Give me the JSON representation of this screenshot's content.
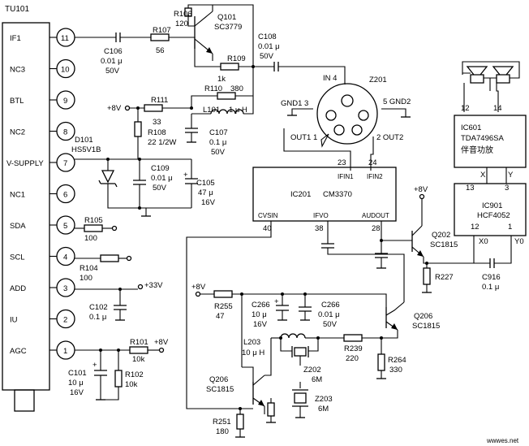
{
  "tuner": {
    "ref": "TU101",
    "pins": [
      {
        "num": "11",
        "name": "IF1"
      },
      {
        "num": "10",
        "name": "NC3"
      },
      {
        "num": "9",
        "name": "BTL"
      },
      {
        "num": "8",
        "name": "NC2"
      },
      {
        "num": "7",
        "name": "V-SUPPLY"
      },
      {
        "num": "6",
        "name": "NC1"
      },
      {
        "num": "5",
        "name": "SDA"
      },
      {
        "num": "4",
        "name": "SCL"
      },
      {
        "num": "3",
        "name": "ADD"
      },
      {
        "num": "2",
        "name": "IU"
      },
      {
        "num": "1",
        "name": "AGC"
      }
    ]
  },
  "components": {
    "C106": {
      "ref": "C106",
      "value": "0.01 μ",
      "rating": "50V"
    },
    "R107": {
      "ref": "R107",
      "value": "56"
    },
    "R106": {
      "ref": "R106",
      "value": "120"
    },
    "Q101": {
      "ref": "Q101",
      "part": "SC3779"
    },
    "C108": {
      "ref": "C108",
      "value": "0.01 μ",
      "rating": "50V"
    },
    "R109": {
      "ref": "R109",
      "value": "1k"
    },
    "R110": {
      "ref": "R110",
      "value": "380"
    },
    "L101": {
      "ref": "L101",
      "value": "1 μ H"
    },
    "R111": {
      "ref": "R111",
      "value": "33"
    },
    "R108": {
      "ref": "R108",
      "value": "22  1/2W"
    },
    "C107": {
      "ref": "C107",
      "value": "0.1 μ",
      "rating": "50V"
    },
    "D101": {
      "ref": "D101",
      "part": "HS5V1B"
    },
    "C109": {
      "ref": "C109",
      "value": "0.01 μ",
      "rating": "50V"
    },
    "C105": {
      "ref": "C105",
      "value": "47 μ",
      "rating": "16V"
    },
    "R105": {
      "ref": "R105",
      "value": "100"
    },
    "R104": {
      "ref": "R104",
      "value": "100"
    },
    "C102": {
      "ref": "C102",
      "value": "0.1 μ"
    },
    "R101": {
      "ref": "R101",
      "value": "10k"
    },
    "C101": {
      "ref": "C101",
      "value": "10 μ",
      "rating": "16V"
    },
    "R102": {
      "ref": "R102",
      "value": "10k"
    },
    "Z201": {
      "ref": "Z201",
      "pins": [
        "IN 4",
        "GND1 3",
        "5 GND2",
        "OUT1 1",
        "2 OUT2"
      ]
    },
    "IC201": {
      "ref": "IC201",
      "part": "CM3370",
      "pins": [
        "IFIN1",
        "IFIN2",
        "CVSIN",
        "IFVO",
        "AUDOUT"
      ],
      "pin_nums": [
        "23",
        "24",
        "40",
        "38",
        "28"
      ]
    },
    "Q202": {
      "ref": "Q202",
      "part": "SC1815"
    },
    "R227": {
      "ref": "R227",
      "value": ""
    },
    "IC601": {
      "ref": "IC601",
      "part": "TDA7496SA",
      "desc": "伴音功放",
      "pins": [
        "12",
        "14",
        "X",
        "Y"
      ]
    },
    "IC901": {
      "ref": "IC901",
      "part": "HCF4052",
      "pins": [
        "13",
        "3",
        "12",
        "1",
        "X0",
        "Y0"
      ]
    },
    "C916": {
      "ref": "C916",
      "value": "0.1 μ"
    },
    "R255": {
      "ref": "R255",
      "value": "47"
    },
    "C266a": {
      "ref": "C266",
      "value": "10 μ",
      "rating": "16V"
    },
    "C266b": {
      "ref": "C266",
      "value": "0.01 μ",
      "rating": "50V"
    },
    "Q206a": {
      "ref": "Q206",
      "part": "SC1815"
    },
    "Q206b": {
      "ref": "Q206",
      "part": "SC1815"
    },
    "L203": {
      "ref": "L203",
      "value": "10 μ H"
    },
    "R239": {
      "ref": "R239",
      "value": "220"
    },
    "R264": {
      "ref": "R264",
      "value": "330"
    },
    "Z202": {
      "ref": "Z202",
      "value": "6M"
    },
    "Z203": {
      "ref": "Z203",
      "value": "6M"
    },
    "R251": {
      "ref": "R251",
      "value": "180"
    }
  },
  "rails": {
    "plus8v": "+8V",
    "plus33v": "+33V"
  },
  "watermark": "wwwes.net"
}
